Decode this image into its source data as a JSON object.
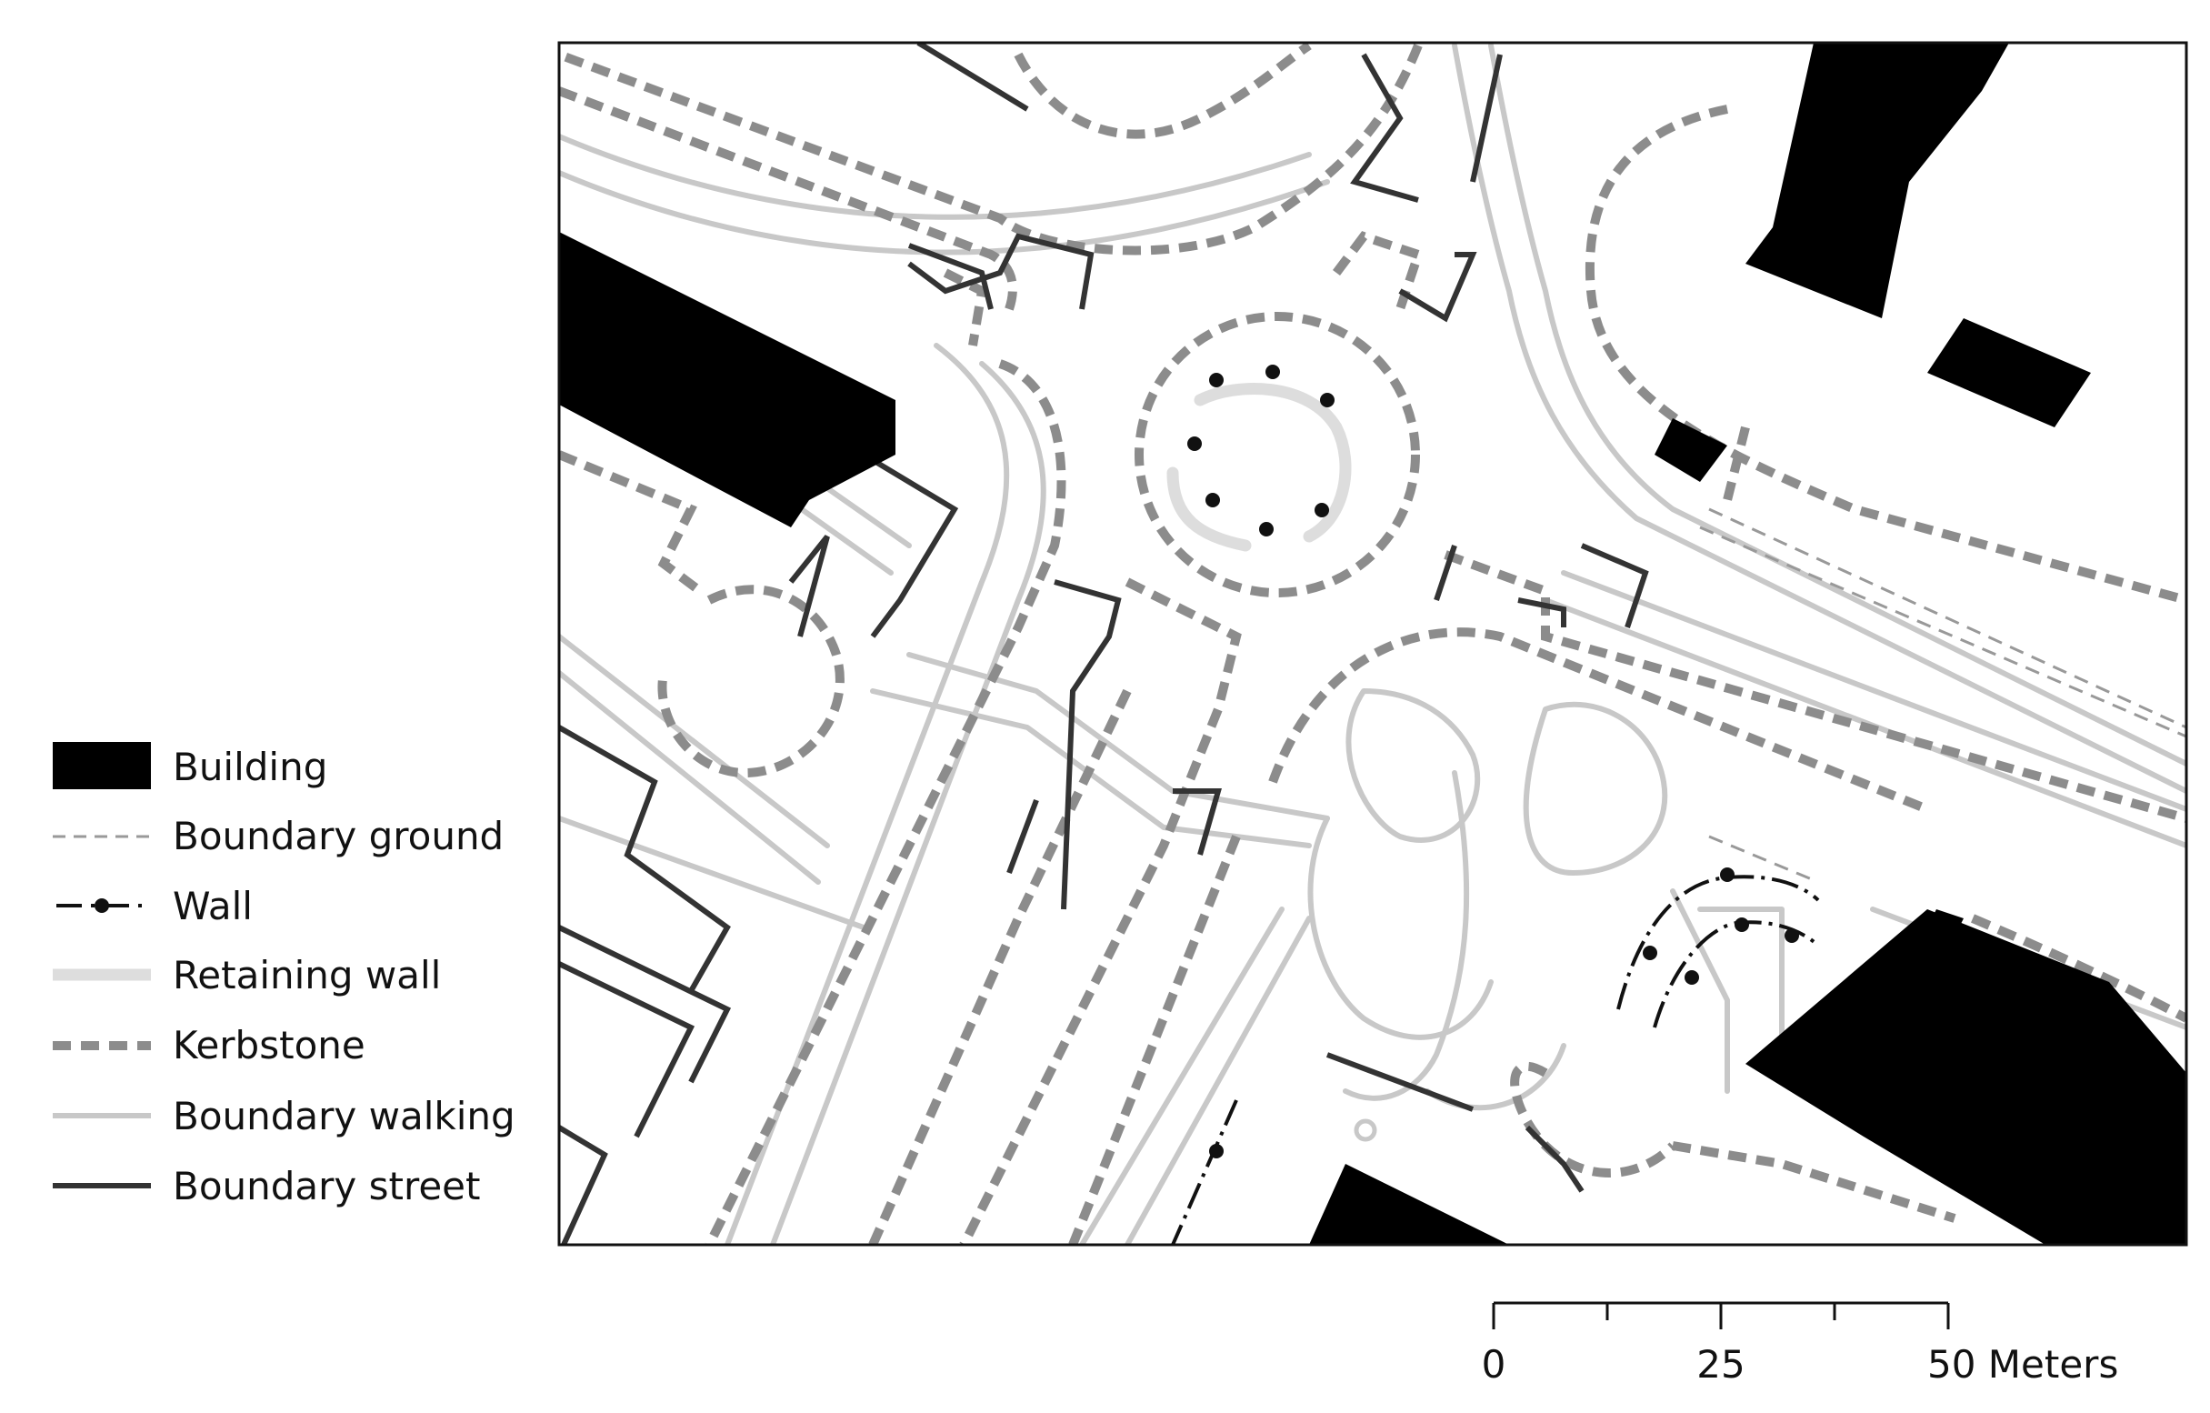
{
  "legend": {
    "items": [
      {
        "label": "Building",
        "symbol": "building-swatch"
      },
      {
        "label": "Boundary ground",
        "symbol": "thin-dashed-line"
      },
      {
        "label": "Wall",
        "symbol": "dot-dash-line"
      },
      {
        "label": "Retaining wall",
        "symbol": "thick-light-line"
      },
      {
        "label": "Kerbstone",
        "symbol": "thick-dashed-line"
      },
      {
        "label": "Boundary walking",
        "symbol": "light-line"
      },
      {
        "label": "Boundary street",
        "symbol": "dark-line"
      }
    ]
  },
  "scale_bar": {
    "ticks": [
      "0",
      "25",
      "50 Meters"
    ]
  },
  "colors": {
    "building": "#000000",
    "boundary_ground": "#999999",
    "wall": "#111111",
    "retaining_wall": "#dddddd",
    "kerbstone": "#8c8c8c",
    "boundary_walking": "#c8c8c8",
    "boundary_street": "#333333"
  }
}
